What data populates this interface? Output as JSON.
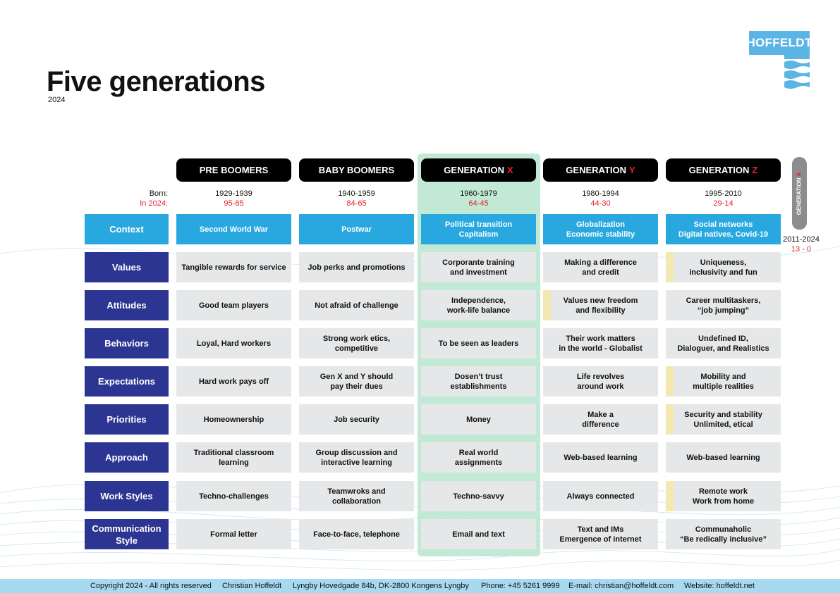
{
  "title": "Five generations",
  "subtitle": "2024",
  "logo": {
    "text": "HOFFELDT",
    "color": "#5bb5e4"
  },
  "colors": {
    "accent_red": "#e8232b",
    "row_label": "#2d3592",
    "context": "#29a8e0",
    "highlight": "#bfe8d3",
    "cell": "#e6e7e8"
  },
  "born_label": "Born:",
  "age_label": "In 2024:",
  "generations": [
    {
      "name": "PRE BOOMERS",
      "accent": "",
      "born": "1929-1939",
      "age": "95-85"
    },
    {
      "name": "BABY BOOMERS",
      "accent": "",
      "born": "1940-1959",
      "age": "84-65"
    },
    {
      "name": "GENERATION",
      "accent": "X",
      "born": "1960-1979",
      "age": "64-45"
    },
    {
      "name": "GENERATION",
      "accent": "Y",
      "born": "1980-1994",
      "age": "44-30"
    },
    {
      "name": "GENERATION",
      "accent": "Z",
      "born": "1995-2010",
      "age": "29-14"
    }
  ],
  "alpha": {
    "name": "GENERATION",
    "accent": "A",
    "born": "2011-2024",
    "age": "13 - 0"
  },
  "rows": [
    {
      "label": "Context",
      "cells": [
        "Second World War",
        "Postwar",
        "Political transition\nCapitalism",
        "Globalization\nEconomic stability",
        "Social networks\nDigital natives, Covid-19"
      ]
    },
    {
      "label": "Values",
      "cells": [
        "Tangible rewards for service",
        "Job perks and promotions",
        "Corporante training\nand investment",
        "Making a difference\nand credit",
        "Uniqueness,\ninclusivity and fun"
      ]
    },
    {
      "label": "Attitudes",
      "cells": [
        "Good team players",
        "Not afraid of challenge",
        "Independence,\nwork-life balance",
        "Values new freedom\nand flexibility",
        "Career multitaskers,\n“job jumping”"
      ]
    },
    {
      "label": "Behaviors",
      "cells": [
        "Loyal, Hard workers",
        "Strong work etics,\ncompetitive",
        "To be seen as leaders",
        "Their work matters\nin the world - Globalist",
        "Undefined ID,\nDialoguer, and Realistics"
      ]
    },
    {
      "label": "Expectations",
      "cells": [
        "Hard work pays off",
        "Gen X and Y should\npay their dues",
        "Dosen’t trust\nestablishments",
        "Life revolves\naround work",
        "Mobility and\nmultiple realities"
      ]
    },
    {
      "label": "Priorities",
      "cells": [
        "Homeownership",
        "Job security",
        "Money",
        "Make a\ndifference",
        "Security and stability\nUnlimited, etical"
      ]
    },
    {
      "label": "Approach",
      "cells": [
        "Traditional classroom\nlearning",
        "Group discussion and\ninteractive learning",
        "Real world\nassignments",
        "Web-based learning",
        "Web-based learning"
      ]
    },
    {
      "label": "Work Styles",
      "cells": [
        "Techno-challenges",
        "Teamwroks and\ncollaboration",
        "Techno-savvy",
        "Always connected",
        "Remote work\nWork from home"
      ]
    },
    {
      "label": "Communication\nStyle",
      "cells": [
        "Formal letter",
        "Face-to-face, telephone",
        "Email and text",
        "Text and IMs\nEmergence of internet",
        "Communaholic\n“Be redically inclusive”"
      ]
    }
  ],
  "footer": {
    "copyright": "Copyright 2024 - All rights reserved",
    "name": "Christian Hoffeldt",
    "address": "Lyngby Hovedgade 84b,  DK-2800 Kongens Lyngby",
    "phone": "Phone: +45 5261 9999",
    "email": "E-mail: christian@hoffeldt.com",
    "website": "Website: hoffeldt.net"
  }
}
